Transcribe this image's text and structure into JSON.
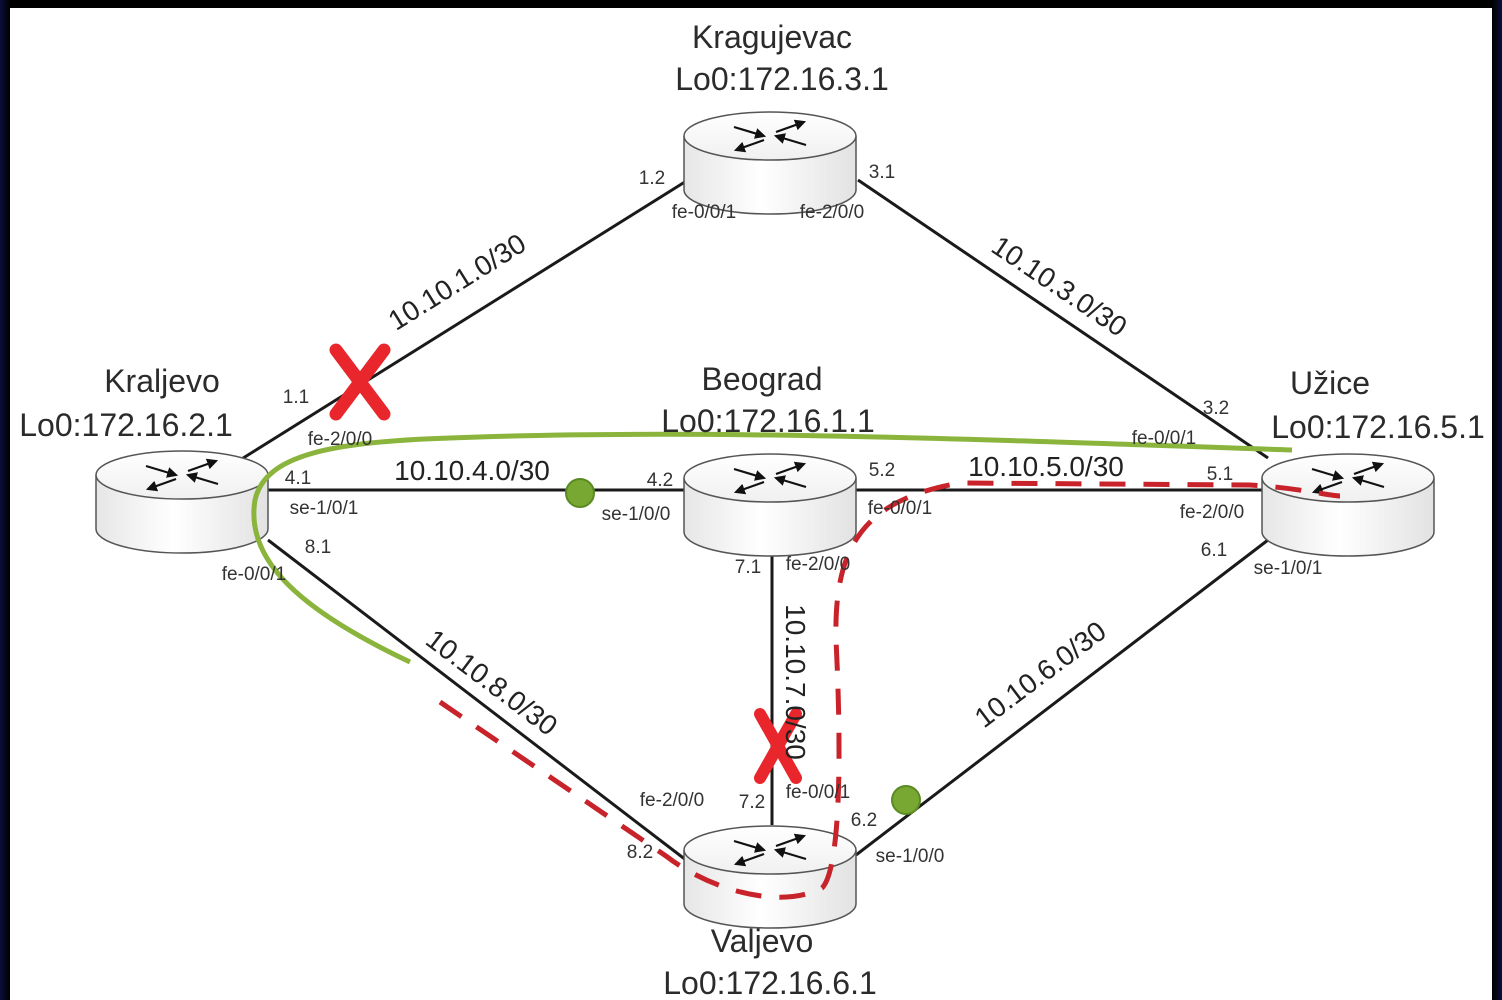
{
  "routers": {
    "kragujevac": {
      "name": "Kragujevac",
      "loopback": "Lo0:172.16.3.1"
    },
    "kraljevo": {
      "name": "Kraljevo",
      "loopback": "Lo0:172.16.2.1"
    },
    "beograd": {
      "name": "Beograd",
      "loopback": "Lo0:172.16.1.1"
    },
    "uzice": {
      "name": "Užice",
      "loopback": "Lo0:172.16.5.1"
    },
    "valjevo": {
      "name": "Valjevo",
      "loopback": "Lo0:172.16.6.1"
    }
  },
  "links": {
    "kr_kg": {
      "network": "10.10.1.0/30",
      "a_addr": "1.1",
      "a_if": "fe-2/0/0",
      "b_addr": "1.2",
      "b_if": "fe-0/0/1",
      "failed": true
    },
    "kg_uz": {
      "network": "10.10.3.0/30",
      "a_addr": "3.1",
      "a_if": "fe-2/0/0",
      "b_addr": "3.2",
      "b_if": "fe-0/0/1"
    },
    "kr_bg": {
      "network": "10.10.4.0/30",
      "a_addr": "4.1",
      "a_if": "se-1/0/1",
      "b_addr": "4.2",
      "b_if": "se-1/0/0"
    },
    "bg_uz": {
      "network": "10.10.5.0/30",
      "a_addr": "5.2",
      "a_if": "fe-0/0/1",
      "b_addr": "5.1",
      "b_if": "fe-2/0/0"
    },
    "kr_va": {
      "network": "10.10.8.0/30",
      "a_addr": "8.1",
      "a_if": "fe-0/0/1",
      "b_addr": "8.2",
      "b_if": "fe-2/0/0"
    },
    "bg_va": {
      "network": "10.10.7.0/30",
      "a_addr": "7.1",
      "a_if": "fe-2/0/0",
      "b_addr": "7.2",
      "b_if": "fe-0/0/1",
      "failed": true
    },
    "va_uz": {
      "network": "10.10.6.0/30",
      "a_addr": "6.2",
      "a_if": "se-1/0/0",
      "b_addr": "6.1",
      "b_if": "se-1/0/1"
    }
  },
  "colors": {
    "link": "#1a1a1a",
    "failure_mark": "#e8262b",
    "green_path": "#8ab43c",
    "red_path": "#c8232a",
    "endpoint_dot": "#78a832"
  }
}
